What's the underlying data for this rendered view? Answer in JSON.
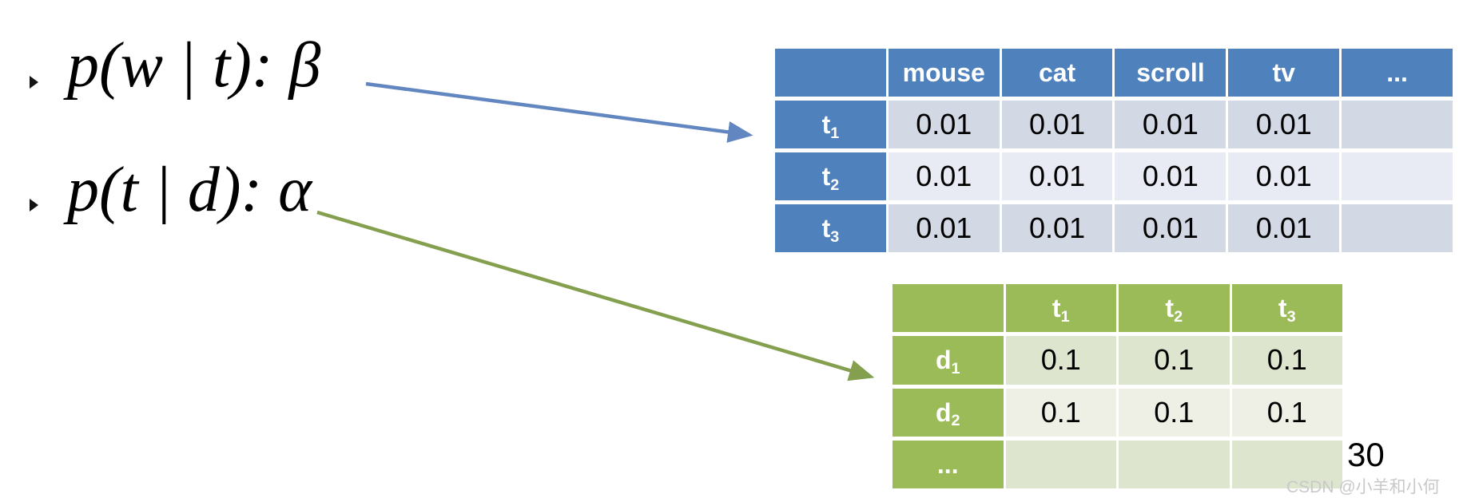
{
  "slide": {
    "bullets": [
      {
        "formula": "p(w | t): β"
      },
      {
        "formula": "p(t | d): α"
      }
    ],
    "page_number": "30",
    "watermark": "CSDN @小羊和小何"
  },
  "beta_table": {
    "headers": [
      {
        "base": "",
        "sub": ""
      },
      {
        "base": "mouse",
        "sub": ""
      },
      {
        "base": "cat",
        "sub": ""
      },
      {
        "base": "scroll",
        "sub": ""
      },
      {
        "base": "tv",
        "sub": ""
      },
      {
        "base": "...",
        "sub": ""
      }
    ],
    "rows": [
      {
        "label": {
          "base": "t",
          "sub": "1"
        },
        "values": [
          "0.01",
          "0.01",
          "0.01",
          "0.01",
          ""
        ]
      },
      {
        "label": {
          "base": "t",
          "sub": "2"
        },
        "values": [
          "0.01",
          "0.01",
          "0.01",
          "0.01",
          ""
        ]
      },
      {
        "label": {
          "base": "t",
          "sub": "3"
        },
        "values": [
          "0.01",
          "0.01",
          "0.01",
          "0.01",
          ""
        ]
      }
    ]
  },
  "alpha_table": {
    "headers": [
      {
        "base": "",
        "sub": ""
      },
      {
        "base": "t",
        "sub": "1"
      },
      {
        "base": "t",
        "sub": "2"
      },
      {
        "base": "t",
        "sub": "3"
      }
    ],
    "rows": [
      {
        "label": {
          "base": "d",
          "sub": "1"
        },
        "values": [
          "0.1",
          "0.1",
          "0.1"
        ]
      },
      {
        "label": {
          "base": "d",
          "sub": "2"
        },
        "values": [
          "0.1",
          "0.1",
          "0.1"
        ]
      },
      {
        "label": {
          "base": "...",
          "sub": ""
        },
        "values": [
          "",
          "",
          ""
        ]
      }
    ]
  },
  "colors": {
    "beta_header": "#4f81bd",
    "beta_row_dark": "#d2d8e4",
    "beta_row_light": "#e9ebf4",
    "alpha_header": "#9bbb59",
    "alpha_row_dark": "#dee5cf",
    "alpha_row_light": "#eef0e5",
    "beta_arrow": "#6286c0",
    "alpha_arrow": "#84a04e"
  }
}
